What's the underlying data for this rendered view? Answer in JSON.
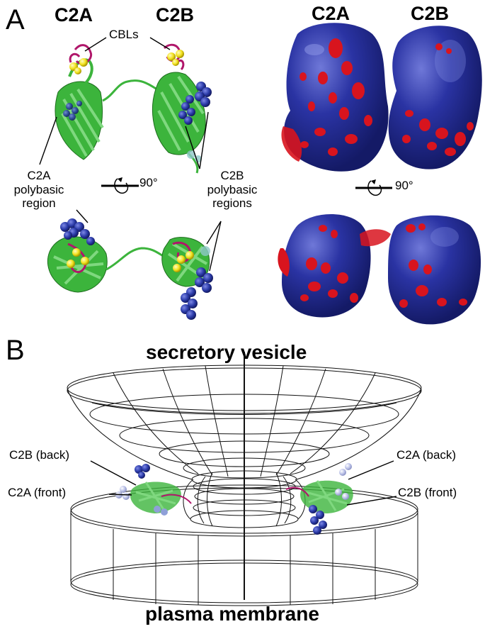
{
  "panel_a": {
    "letter": "A",
    "domain_c2a": "C2A",
    "domain_c2b": "C2B",
    "surface_c2a": "C2A",
    "surface_c2b": "C2B",
    "cbls": "CBLs",
    "c2a_polybasic": "C2A\npolybasic\nregion",
    "c2b_polybasic": "C2B\npolybasic\nregions",
    "rotation_left": "90°",
    "rotation_right": "90°"
  },
  "panel_b": {
    "letter": "B",
    "vesicle_label": "secretory vesicle",
    "membrane_label": "plasma membrane",
    "c2b_back": "C2B (back)",
    "c2a_front": "C2A (front)",
    "c2a_back": "C2A (back)",
    "c2b_front": "C2B (front)"
  },
  "colors": {
    "ribbon_green": "#3cb43c",
    "basic_blue": "#2b3ba8",
    "surface_blue": "#2a33a3",
    "surface_red": "#d8141e",
    "calcium_yellow": "#f2e21e",
    "loop_magenta": "#b0166a"
  }
}
